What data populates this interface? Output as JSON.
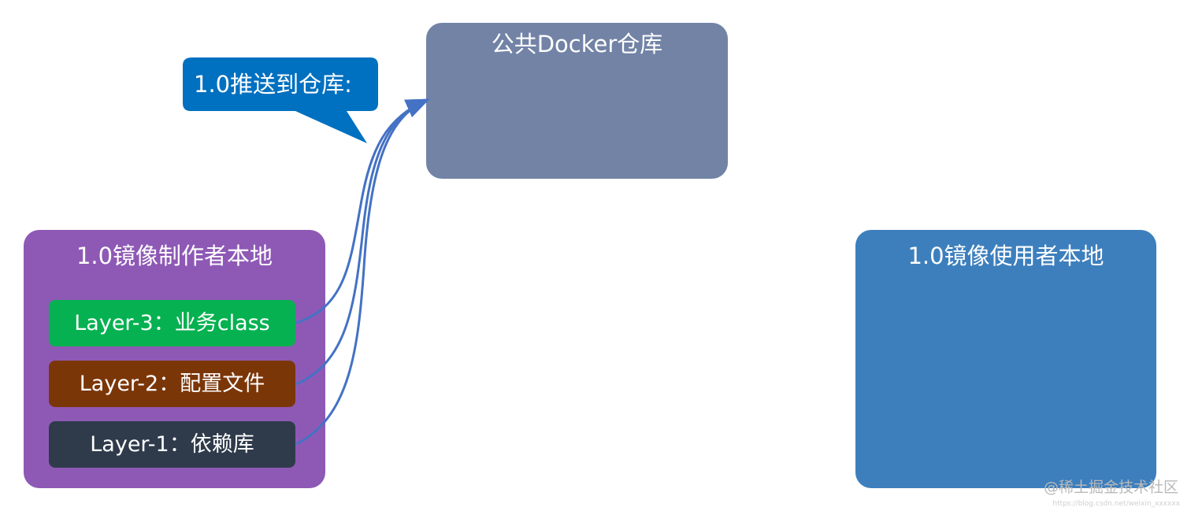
{
  "registry": {
    "title": "公共Docker仓库"
  },
  "callout": {
    "text": "1.0推送到仓库:"
  },
  "producer": {
    "title": "1.0镜像制作者本地",
    "layers": [
      {
        "label": "Layer-3：业务class",
        "color": "#05b150"
      },
      {
        "label": "Layer-2：配置文件",
        "color": "#7b3608"
      },
      {
        "label": "Layer-1：依赖库",
        "color": "#2f3b4b"
      }
    ]
  },
  "consumer": {
    "title": "1.0镜像使用者本地"
  },
  "watermark": {
    "text": "@稀土掘金技术社区",
    "sub": "https://blog.csdn.net/weixin_xxxxxx"
  },
  "colors": {
    "registry": "#7283a6",
    "producer": "#8e59b5",
    "consumer": "#3d7fbd",
    "callout": "#0070c0",
    "arrow": "#4472c4"
  }
}
